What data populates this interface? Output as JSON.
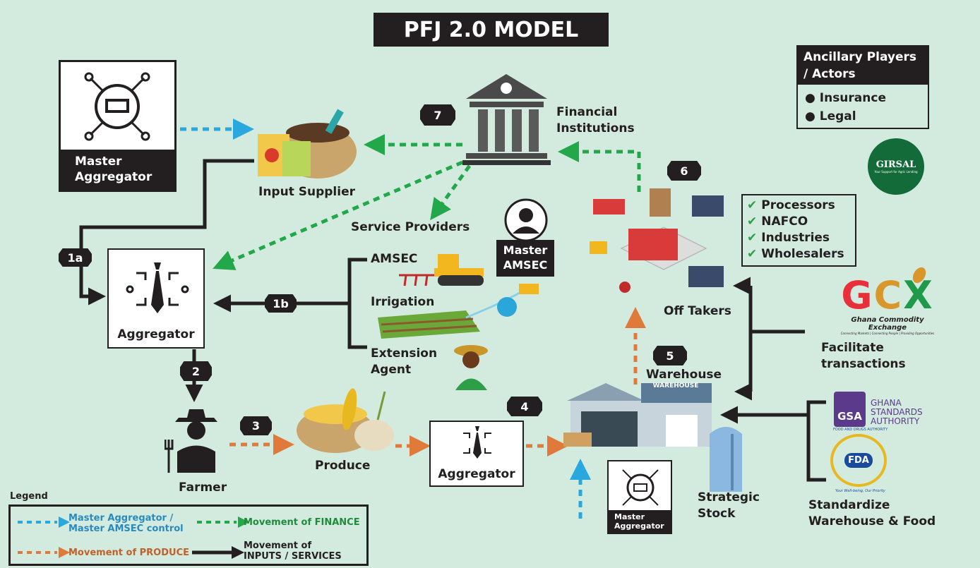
{
  "title": "PFJ 2.0 MODEL",
  "colors": {
    "background": "#d3ebdf",
    "blue": "#29a8e0",
    "green": "#22a84a",
    "orange": "#e07a3a",
    "black": "#231f20"
  },
  "ancillary": {
    "title": "Ancillary Players / Actors",
    "items": [
      "Insurance",
      "Legal"
    ]
  },
  "logos": {
    "girsal": "GIRSAL",
    "girsal_tagline": "Your Support for Agric Lending",
    "gcx": "GCX",
    "gcx_name": "Ghana Commodity Exchange",
    "gcx_tagline": "Connecting Markets | Connecting People | Providing Opportunities",
    "gsa": "GSA",
    "gsa_name": "GHANA STANDARDS AUTHORITY",
    "fda": "FDA",
    "fda_ring": "FOOD AND DRUGS AUTHORITY",
    "fda_tagline": "Your Well-being, Our Priority"
  },
  "nodes": {
    "master_aggregator": "Master Aggregator",
    "input_supplier": "Input Supplier",
    "financial": "Financial Institutions",
    "service_providers": "Service Providers",
    "master_amsec": "Master AMSEC",
    "aggregator": "Aggregator",
    "amsec": "AMSEC",
    "irrigation": "Irrigation",
    "extension": "Extension Agent",
    "farmer": "Farmer",
    "produce": "Produce",
    "aggregator2": "Aggregator",
    "warehouse": "Warehouse",
    "warehouse_sign": "WAREHOUSE",
    "strategic": "Strategic Stock",
    "master_aggregator2": "Master Aggregator",
    "off_takers": "Off Takers",
    "facilitate": "Facilitate transactions",
    "standardize": "Standardize Warehouse & Food"
  },
  "offtaker_list": [
    "Processors",
    "NAFCO",
    "Industries",
    "Wholesalers"
  ],
  "steps": {
    "s1a": "1a",
    "s1b": "1b",
    "s2": "2",
    "s3": "3",
    "s4": "4",
    "s5": "5",
    "s6": "6",
    "s7": "7"
  },
  "legend": {
    "title": "Legend",
    "blue": "Master Aggregator / Master AMSEC control",
    "green": "Movement of FINANCE",
    "orange": "Movement of PRODUCE",
    "black": "Movement of INPUTS / SERVICES"
  }
}
